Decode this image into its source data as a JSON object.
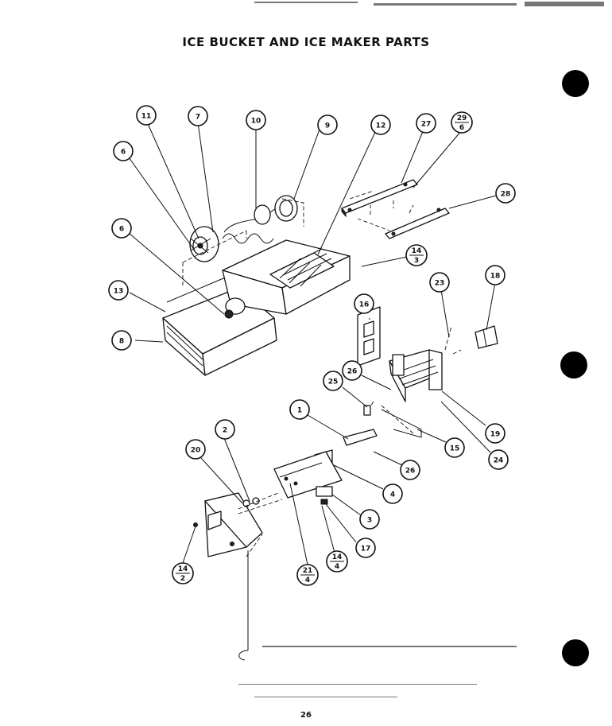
{
  "title": "ICE BUCKET AND ICE MAKER PARTS",
  "page_number": "26",
  "callouts": [
    {
      "id": "11",
      "top": "11"
    },
    {
      "id": "7",
      "top": "7"
    },
    {
      "id": "10",
      "top": "10"
    },
    {
      "id": "9",
      "top": "9"
    },
    {
      "id": "12",
      "top": "12"
    },
    {
      "id": "27",
      "top": "27"
    },
    {
      "id": "29-6",
      "top": "29",
      "bottom": "6"
    },
    {
      "id": "6a",
      "top": "6"
    },
    {
      "id": "28",
      "top": "28"
    },
    {
      "id": "6b",
      "top": "6"
    },
    {
      "id": "14-3",
      "top": "14",
      "bottom": "3"
    },
    {
      "id": "13",
      "top": "13"
    },
    {
      "id": "8",
      "top": "8"
    },
    {
      "id": "23",
      "top": "23"
    },
    {
      "id": "18",
      "top": "18"
    },
    {
      "id": "16",
      "top": "16"
    },
    {
      "id": "26a",
      "top": "26"
    },
    {
      "id": "25",
      "top": "25"
    },
    {
      "id": "1",
      "top": "1"
    },
    {
      "id": "19",
      "top": "19"
    },
    {
      "id": "15",
      "top": "15"
    },
    {
      "id": "24",
      "top": "24"
    },
    {
      "id": "26b",
      "top": "26"
    },
    {
      "id": "2",
      "top": "2"
    },
    {
      "id": "20",
      "top": "20"
    },
    {
      "id": "4",
      "top": "4"
    },
    {
      "id": "3",
      "top": "3"
    },
    {
      "id": "17",
      "top": "17"
    },
    {
      "id": "14-4",
      "top": "14",
      "bottom": "4"
    },
    {
      "id": "21-4",
      "top": "21",
      "bottom": "4"
    },
    {
      "id": "14-2",
      "top": "14",
      "bottom": "2"
    }
  ]
}
